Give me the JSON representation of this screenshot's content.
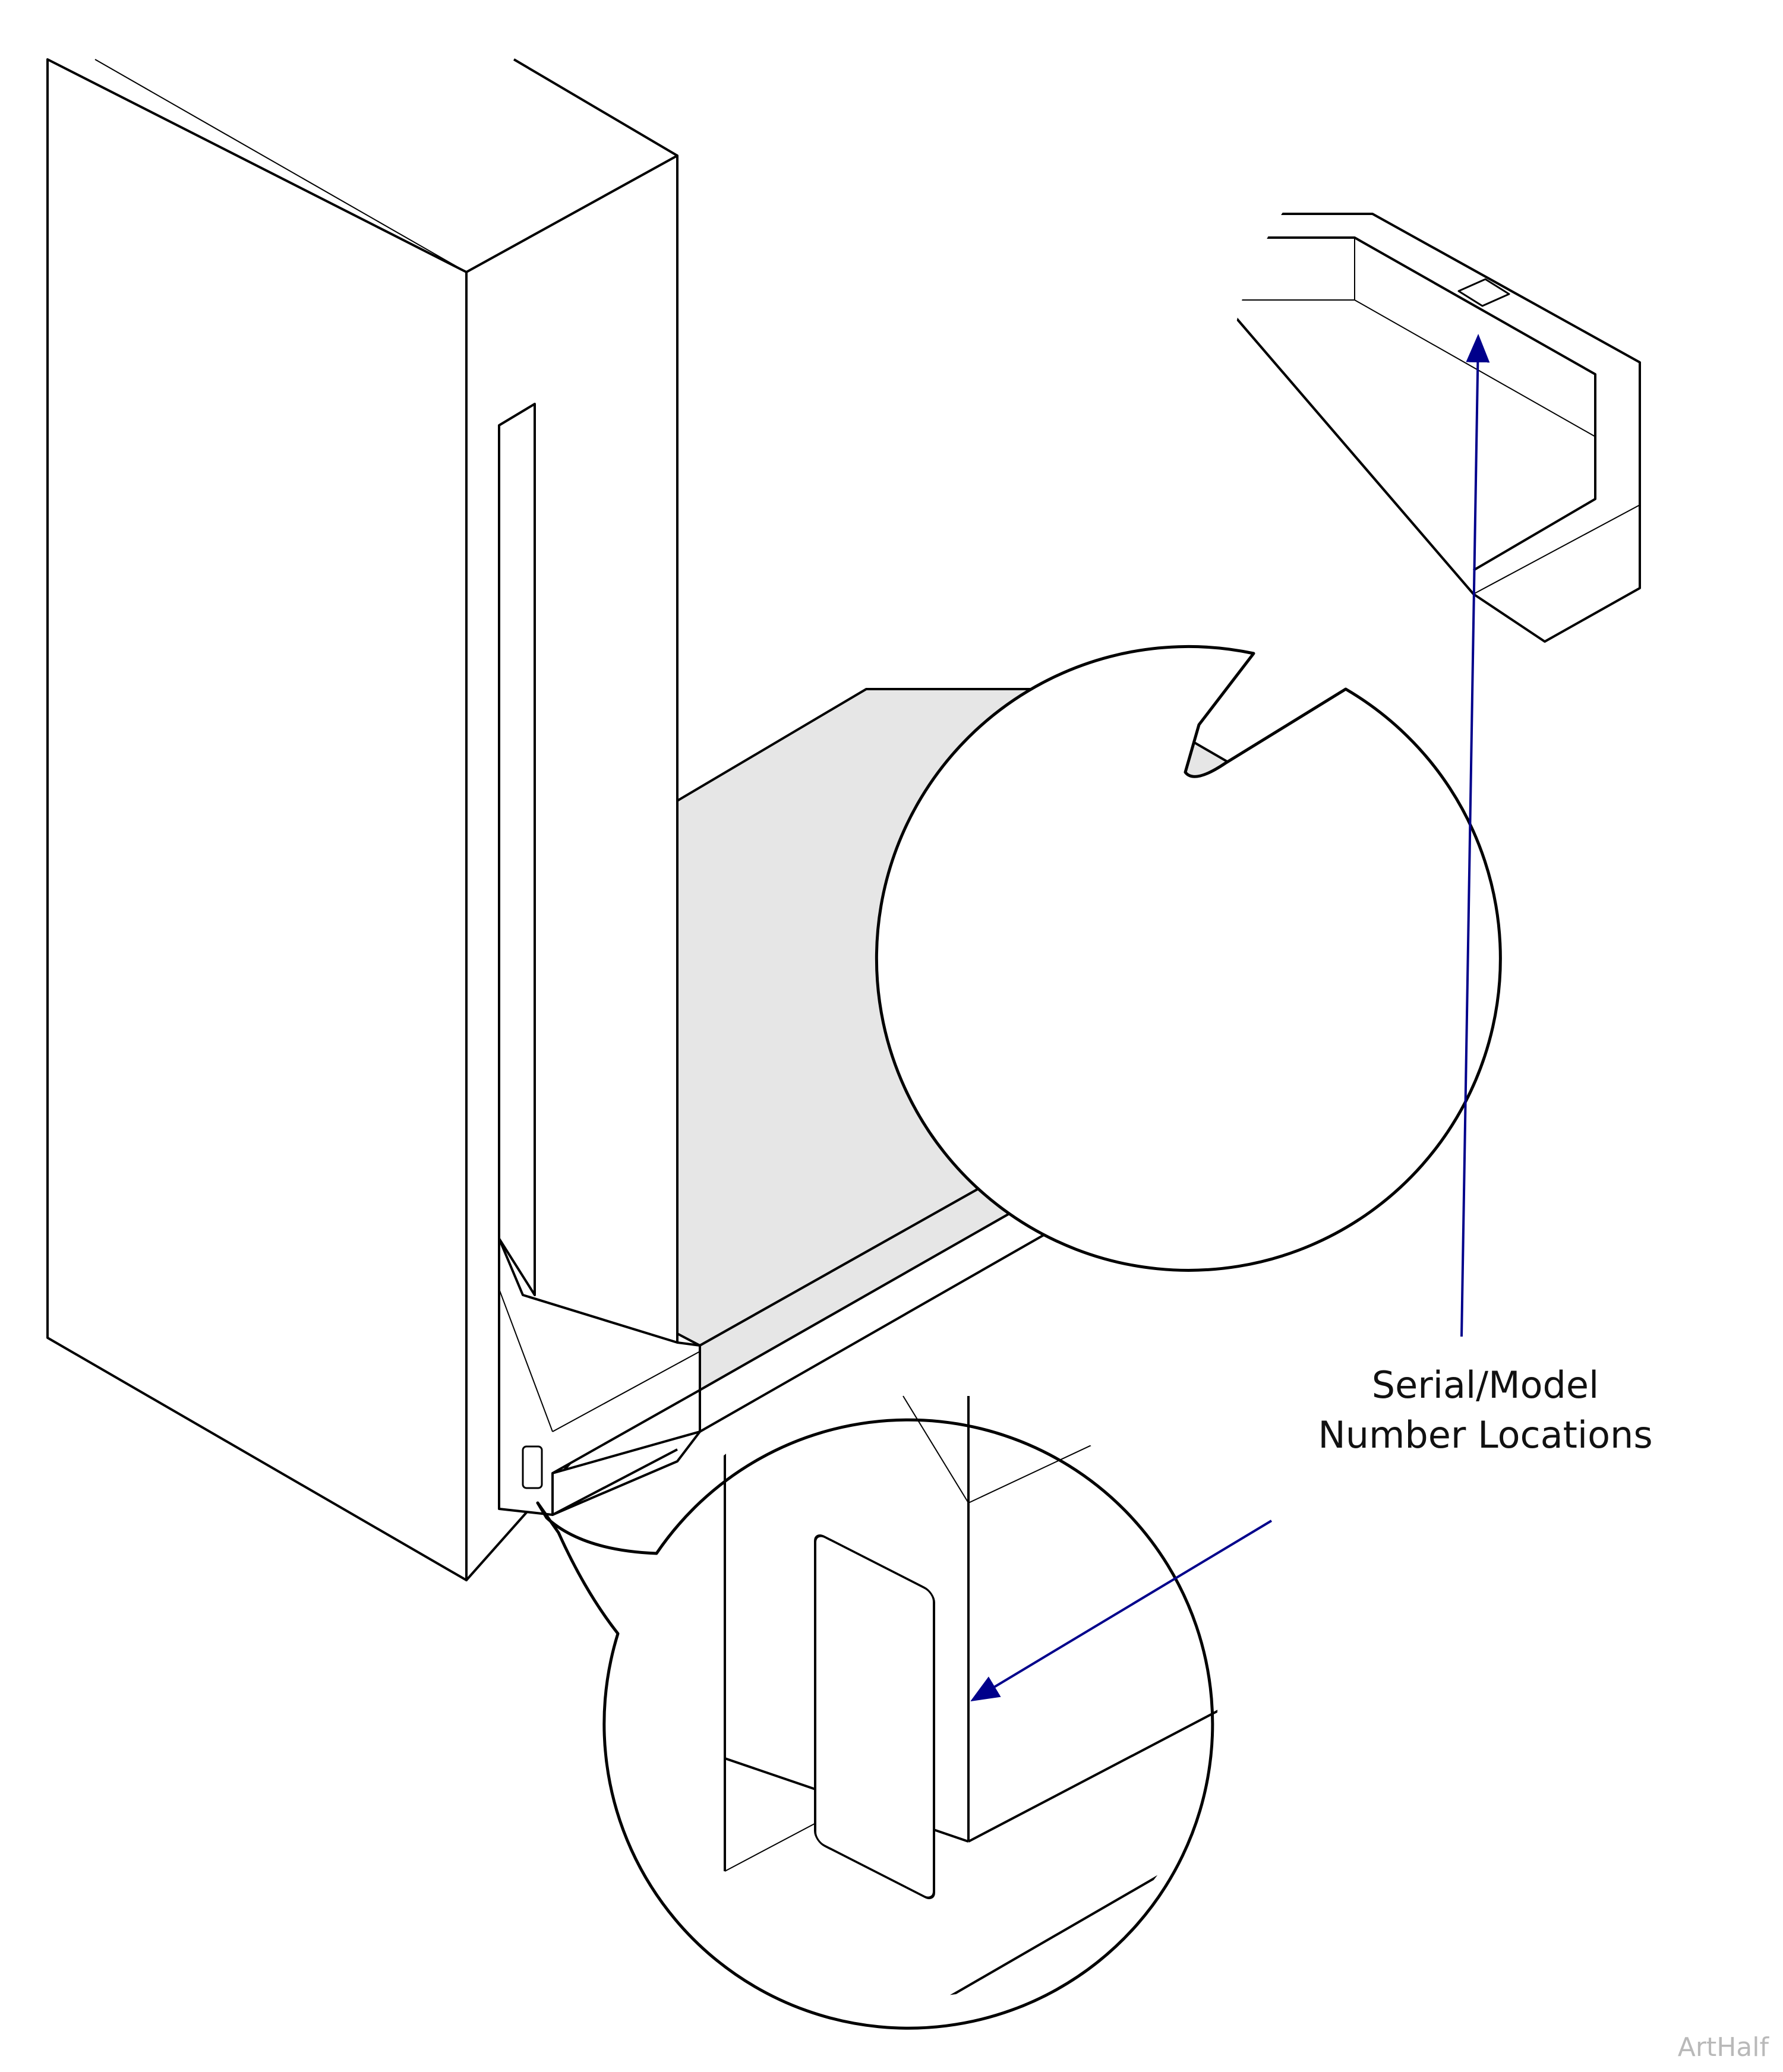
{
  "callout": {
    "line1": "Serial/Model",
    "line2": "Number Locations"
  },
  "watermark": "ArtHalf",
  "colors": {
    "outline": "#000000",
    "shelf_fill": "#e6e6e6",
    "leader_arrow": "#00008b",
    "watermark": "#b9b9b9"
  }
}
